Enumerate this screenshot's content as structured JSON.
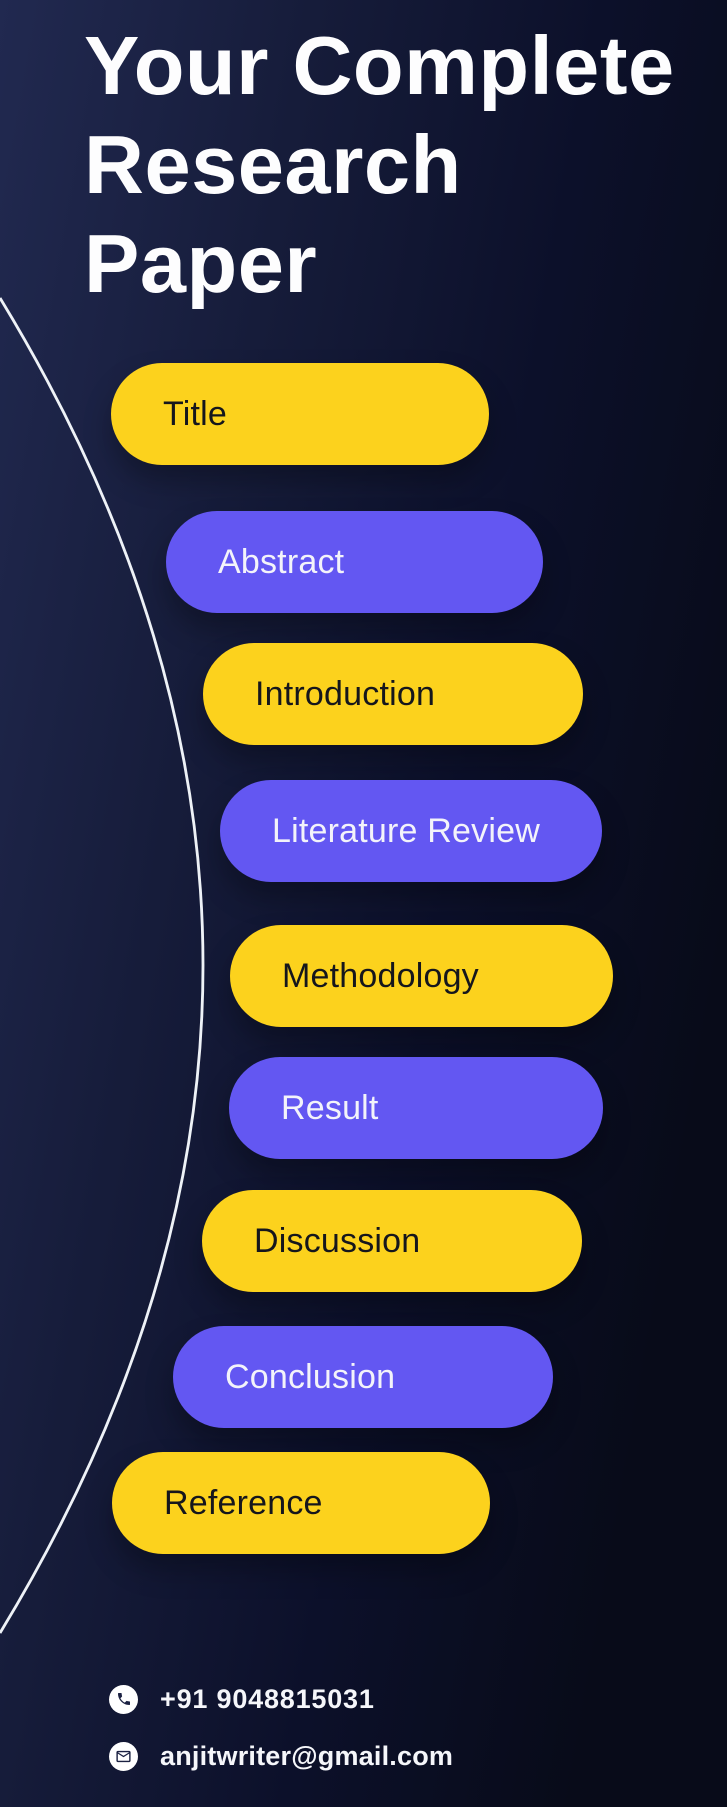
{
  "header": {
    "title": "Your Complete Research Paper",
    "title_lines": [
      "Your Complete",
      "Research",
      "Paper"
    ]
  },
  "pills": [
    {
      "label": "Title",
      "color": "yellow"
    },
    {
      "label": "Abstract",
      "color": "purple"
    },
    {
      "label": "Introduction",
      "color": "yellow"
    },
    {
      "label": "Literature Review",
      "color": "purple"
    },
    {
      "label": "Methodology",
      "color": "yellow"
    },
    {
      "label": "Result",
      "color": "purple"
    },
    {
      "label": "Discussion",
      "color": "yellow"
    },
    {
      "label": "Conclusion",
      "color": "purple"
    },
    {
      "label": "Reference",
      "color": "yellow"
    }
  ],
  "contact": {
    "phone": "+91 9048815031",
    "email": "anjitwriter@gmail.com",
    "phone_icon": "phone-icon",
    "email_icon": "email-icon"
  },
  "colors": {
    "background_left": "#212950",
    "background_right": "#080b19",
    "yellow": "#fcd21d",
    "purple": "#6357f2",
    "pill_text_dark": "#15161c",
    "pill_text_light": "#f3f3fa",
    "title_text": "#fdfdfe",
    "curve": "#eef2f7"
  }
}
